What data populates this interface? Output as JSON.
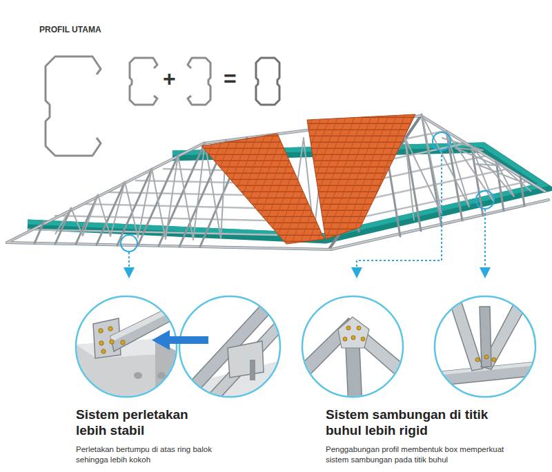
{
  "diagram": {
    "title": "PROFIL UTAMA",
    "labels": [
      "+",
      "=",
      "Sistem perletakan lebih stabil",
      "Perletakan bertumpu di atas ring balok sehingga lebih kokoh",
      "Sistem sambungan di titik buhul lebih rigid",
      "Penggabungan profil membentuk box memperkuat sistem sambungan pada titik buhul"
    ]
  }
}
